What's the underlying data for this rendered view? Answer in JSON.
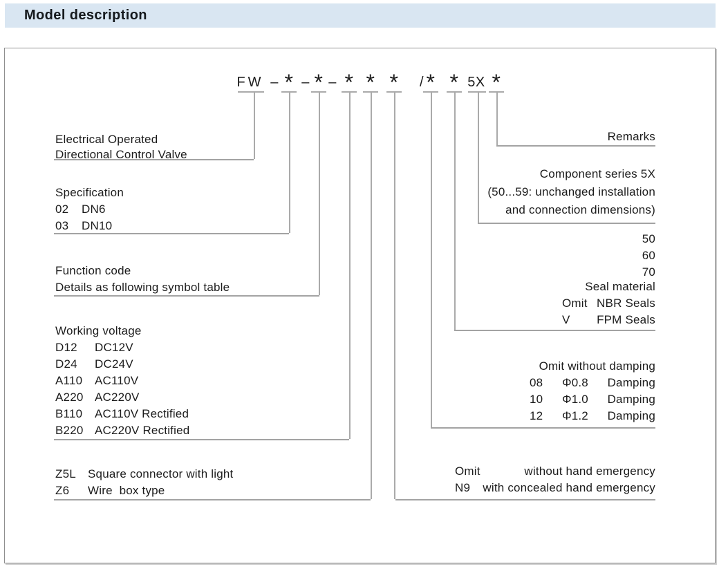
{
  "header": {
    "title": "Model description"
  },
  "model_code": {
    "symbols": [
      "FW",
      "–",
      "*",
      "–",
      "*",
      "–",
      "*",
      "*",
      "*",
      "/",
      "*",
      "*",
      "5X",
      "*"
    ]
  },
  "left": {
    "valve": {
      "line1": "Electrical Operated",
      "line2": "Directional Control Valve"
    },
    "specification": {
      "title": "Specification",
      "rows": [
        {
          "code": "02",
          "desc": "DN6"
        },
        {
          "code": "03",
          "desc": "DN10"
        }
      ]
    },
    "function_code": {
      "line1": "Function code",
      "line2": "Details as following symbol table"
    },
    "working_voltage": {
      "title": "Working voltage",
      "rows": [
        {
          "code": "D12",
          "desc": "DC12V"
        },
        {
          "code": "D24",
          "desc": "DC24V"
        },
        {
          "code": "A110",
          "desc": "AC110V"
        },
        {
          "code": "A220",
          "desc": "AC220V"
        },
        {
          "code": "B110",
          "desc": "AC110V Rectified"
        },
        {
          "code": "B220",
          "desc": "AC220V Rectified"
        }
      ]
    },
    "connector": {
      "rows": [
        {
          "code": "Z5L",
          "desc": "Square connector with light"
        },
        {
          "code": "Z6",
          "desc": "Wire  box type"
        }
      ]
    }
  },
  "right": {
    "remarks": {
      "label": "Remarks"
    },
    "component_series": {
      "line1": "Component series 5X",
      "line2": "(50...59: unchanged installation",
      "line3": "and connection dimensions)",
      "options": [
        "50",
        "60",
        "70"
      ]
    },
    "seal_material": {
      "title": "Seal material",
      "rows": [
        {
          "code": "Omit",
          "desc": "NBR Seals"
        },
        {
          "code": "V",
          "desc": "FPM Seals"
        }
      ]
    },
    "damping": {
      "title": "Omit without damping",
      "rows": [
        {
          "code": "08",
          "dia": "Φ0.8",
          "label": "Damping"
        },
        {
          "code": "10",
          "dia": "Φ1.0",
          "label": "Damping"
        },
        {
          "code": "12",
          "dia": "Φ1.2",
          "label": "Damping"
        }
      ]
    },
    "hand_emergency": {
      "rows": [
        {
          "code": "Omit",
          "desc": "without hand emergency"
        },
        {
          "code": "N9",
          "desc": "with concealed hand emergency"
        }
      ]
    }
  },
  "colors": {
    "header_bg": "#d9e6f2",
    "line": "#a3a3a3",
    "text": "#1c1c1c"
  }
}
